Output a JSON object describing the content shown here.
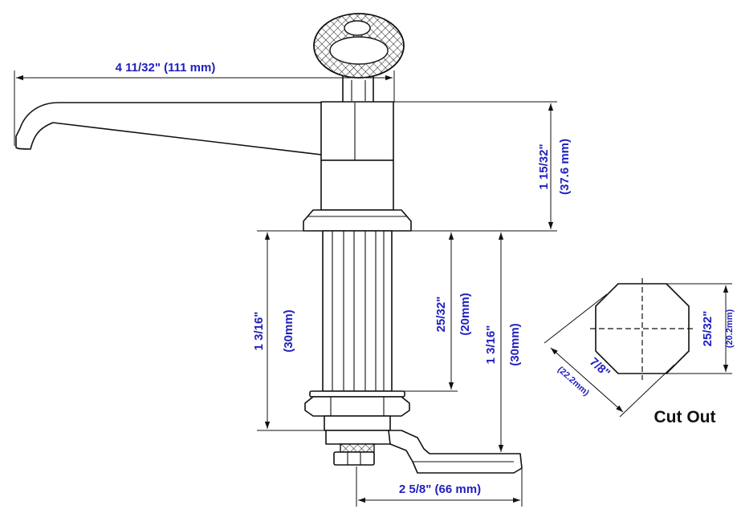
{
  "dimensions": {
    "overall_length": "4 11/32\" (111 mm)",
    "body_height_in": "1 15/32\"",
    "body_height_mm": "(37.6 mm)",
    "shank_length_left_in": "1 3/16\"",
    "shank_length_left_mm": "(30mm)",
    "thread_length_in": "25/32\"",
    "thread_length_mm": "(20mm)",
    "shank_length_right_in": "1 3/16\"",
    "shank_length_right_mm": "(30mm)",
    "cam_length": "2 5/8\" (66 mm)"
  },
  "cutout": {
    "caption": "Cut Out",
    "flat_width_in": "25/32\"",
    "flat_width_mm": "(20.2mm)",
    "diameter_in": "7/8\"",
    "diameter_mm": "(22.2mm)"
  },
  "colors": {
    "dimension_text": "#1f1fbf",
    "line": "#111111",
    "background": "#ffffff"
  }
}
